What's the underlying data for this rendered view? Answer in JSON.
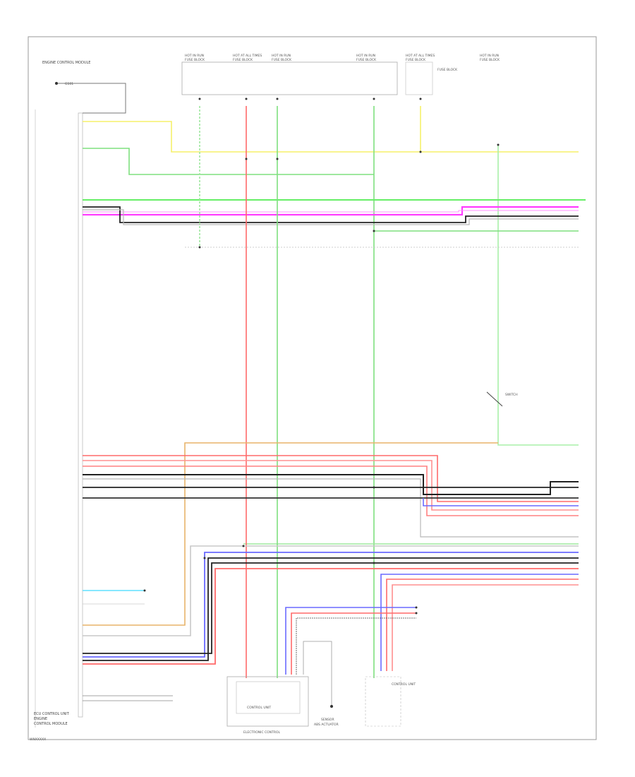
{
  "footer_code": "WNXXXXX",
  "fuses": [
    {
      "label": "HOT IN RUN",
      "sub": "FUSE BLOCK"
    },
    {
      "label": "HOT AT ALL TIMES",
      "sub": "FUSE BLOCK"
    },
    {
      "label": "HOT IN RUN",
      "sub": "FUSE BLOCK"
    },
    {
      "label": "HOT IN RUN",
      "sub": "FUSE BLOCK"
    },
    {
      "label": "HOT AT ALL TIMES",
      "sub": "FUSE BLOCK"
    },
    {
      "label": "HOT IN RUN",
      "sub": "FUSE BLOCK"
    }
  ],
  "fuse_box_caption": "FUSE BLOCK",
  "left_module": {
    "top_label": "ENGINE CONTROL MODULE",
    "bottom_label_1": "ECU CONTROL UNIT",
    "bottom_label_2": "ENGINE",
    "bottom_label_3": "CONTROL MODULE"
  },
  "bottom_components": {
    "control_unit": "CONTROL UNIT",
    "control_unit_sub": "ELECTRONIC CONTROL",
    "sensor": "SENSOR",
    "sensor_sub": "ABS ACTUATOR",
    "right_unit": "CONTROL UNIT"
  },
  "right_switch_label": "SWITCH",
  "ground_label": "G101",
  "colors": {
    "yellow": "#f5f06a",
    "green": "#7fe07f",
    "magenta": "#ff3cff",
    "red": "#ff6a6a",
    "pink": "#ff9090",
    "black": "#222222",
    "gray": "#b8b8b8",
    "blue": "#6a6aff",
    "orange": "#e8b46a",
    "cyan": "#5fe0ff"
  }
}
